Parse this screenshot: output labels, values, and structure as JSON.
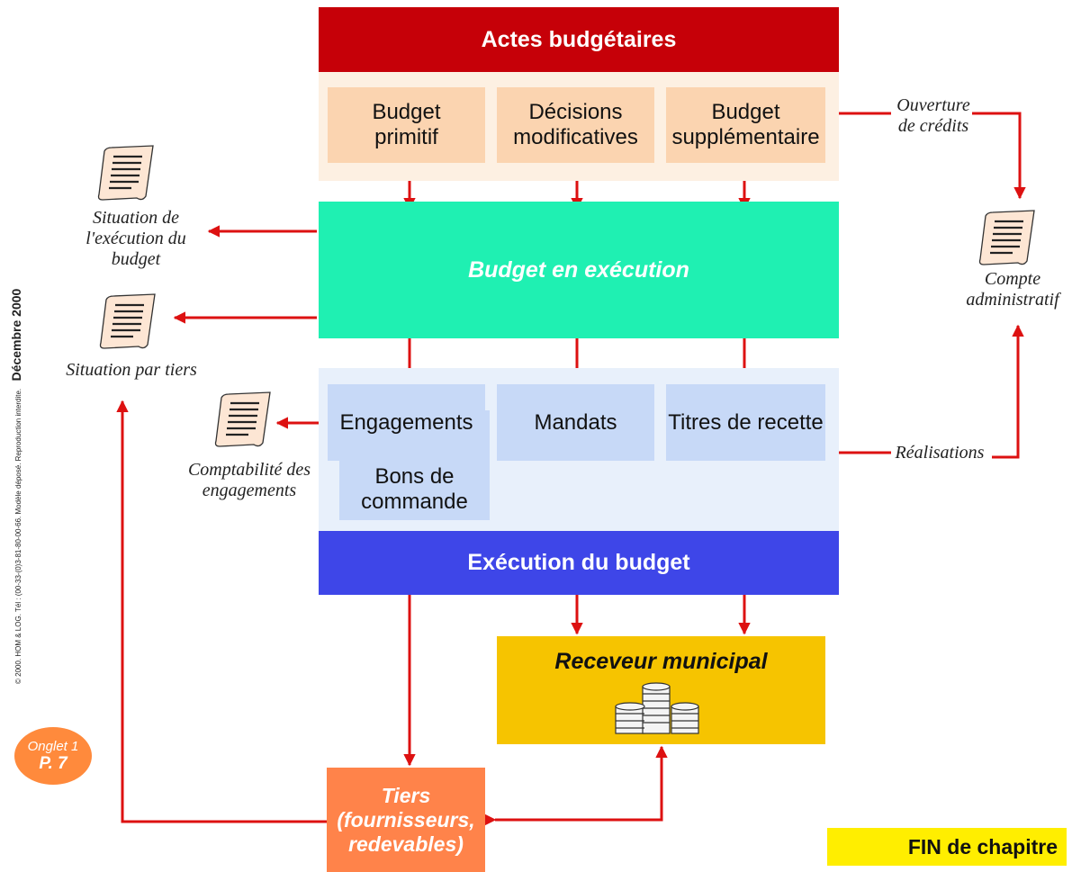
{
  "actes": {
    "title": "Actes budgétaires",
    "box1": "Budget\nprimitif",
    "box2": "Décisions\nmodificatives",
    "box3": "Budget\nsupplémentaire"
  },
  "execution_budget_title": "Budget en exécution",
  "execution_panel": {
    "engagements": "Engagements",
    "mandats": "Mandats",
    "titres": "Titres de recette",
    "bons": "Bons de\ncommande",
    "title": "Exécution du budget"
  },
  "receveur": "Receveur municipal",
  "tiers": "Tiers\n(fournisseurs,\nredevables)",
  "notes": {
    "situation_execution": "Situation de\nl'exécution du\nbudget",
    "situation_tiers": "Situation par tiers",
    "comptabilite": "Comptabilité des\nengagements",
    "ouverture": "Ouverture\nde crédits",
    "compte": "Compte\nadministratif",
    "realisations": "Réalisations"
  },
  "side_credit": {
    "small": "© 2000. HOM & LOG. Tél : (00-33-(0)3-81-80-00-66. Modèle déposé. Reproduction interdite.",
    "date": "Décembre 2000"
  },
  "onglet": {
    "label": "Onglet 1",
    "page": "P. 7"
  },
  "fin": "FIN de chapitre",
  "colors": {
    "red_header": "#c60008",
    "peach_panel": "#fdf0e2",
    "peach_box": "#fbd4b0",
    "teal": "#1ff0b2",
    "light_blue_panel": "#e8f0fb",
    "blue_box": "#c7d9f7",
    "blue_header": "#3e46e8",
    "gold": "#f6c400",
    "tiers_orange": "#ff834a",
    "onglet_orange": "#ff8a3c",
    "fin_yellow": "#ffee00",
    "arrow_red": "#dd1111"
  }
}
